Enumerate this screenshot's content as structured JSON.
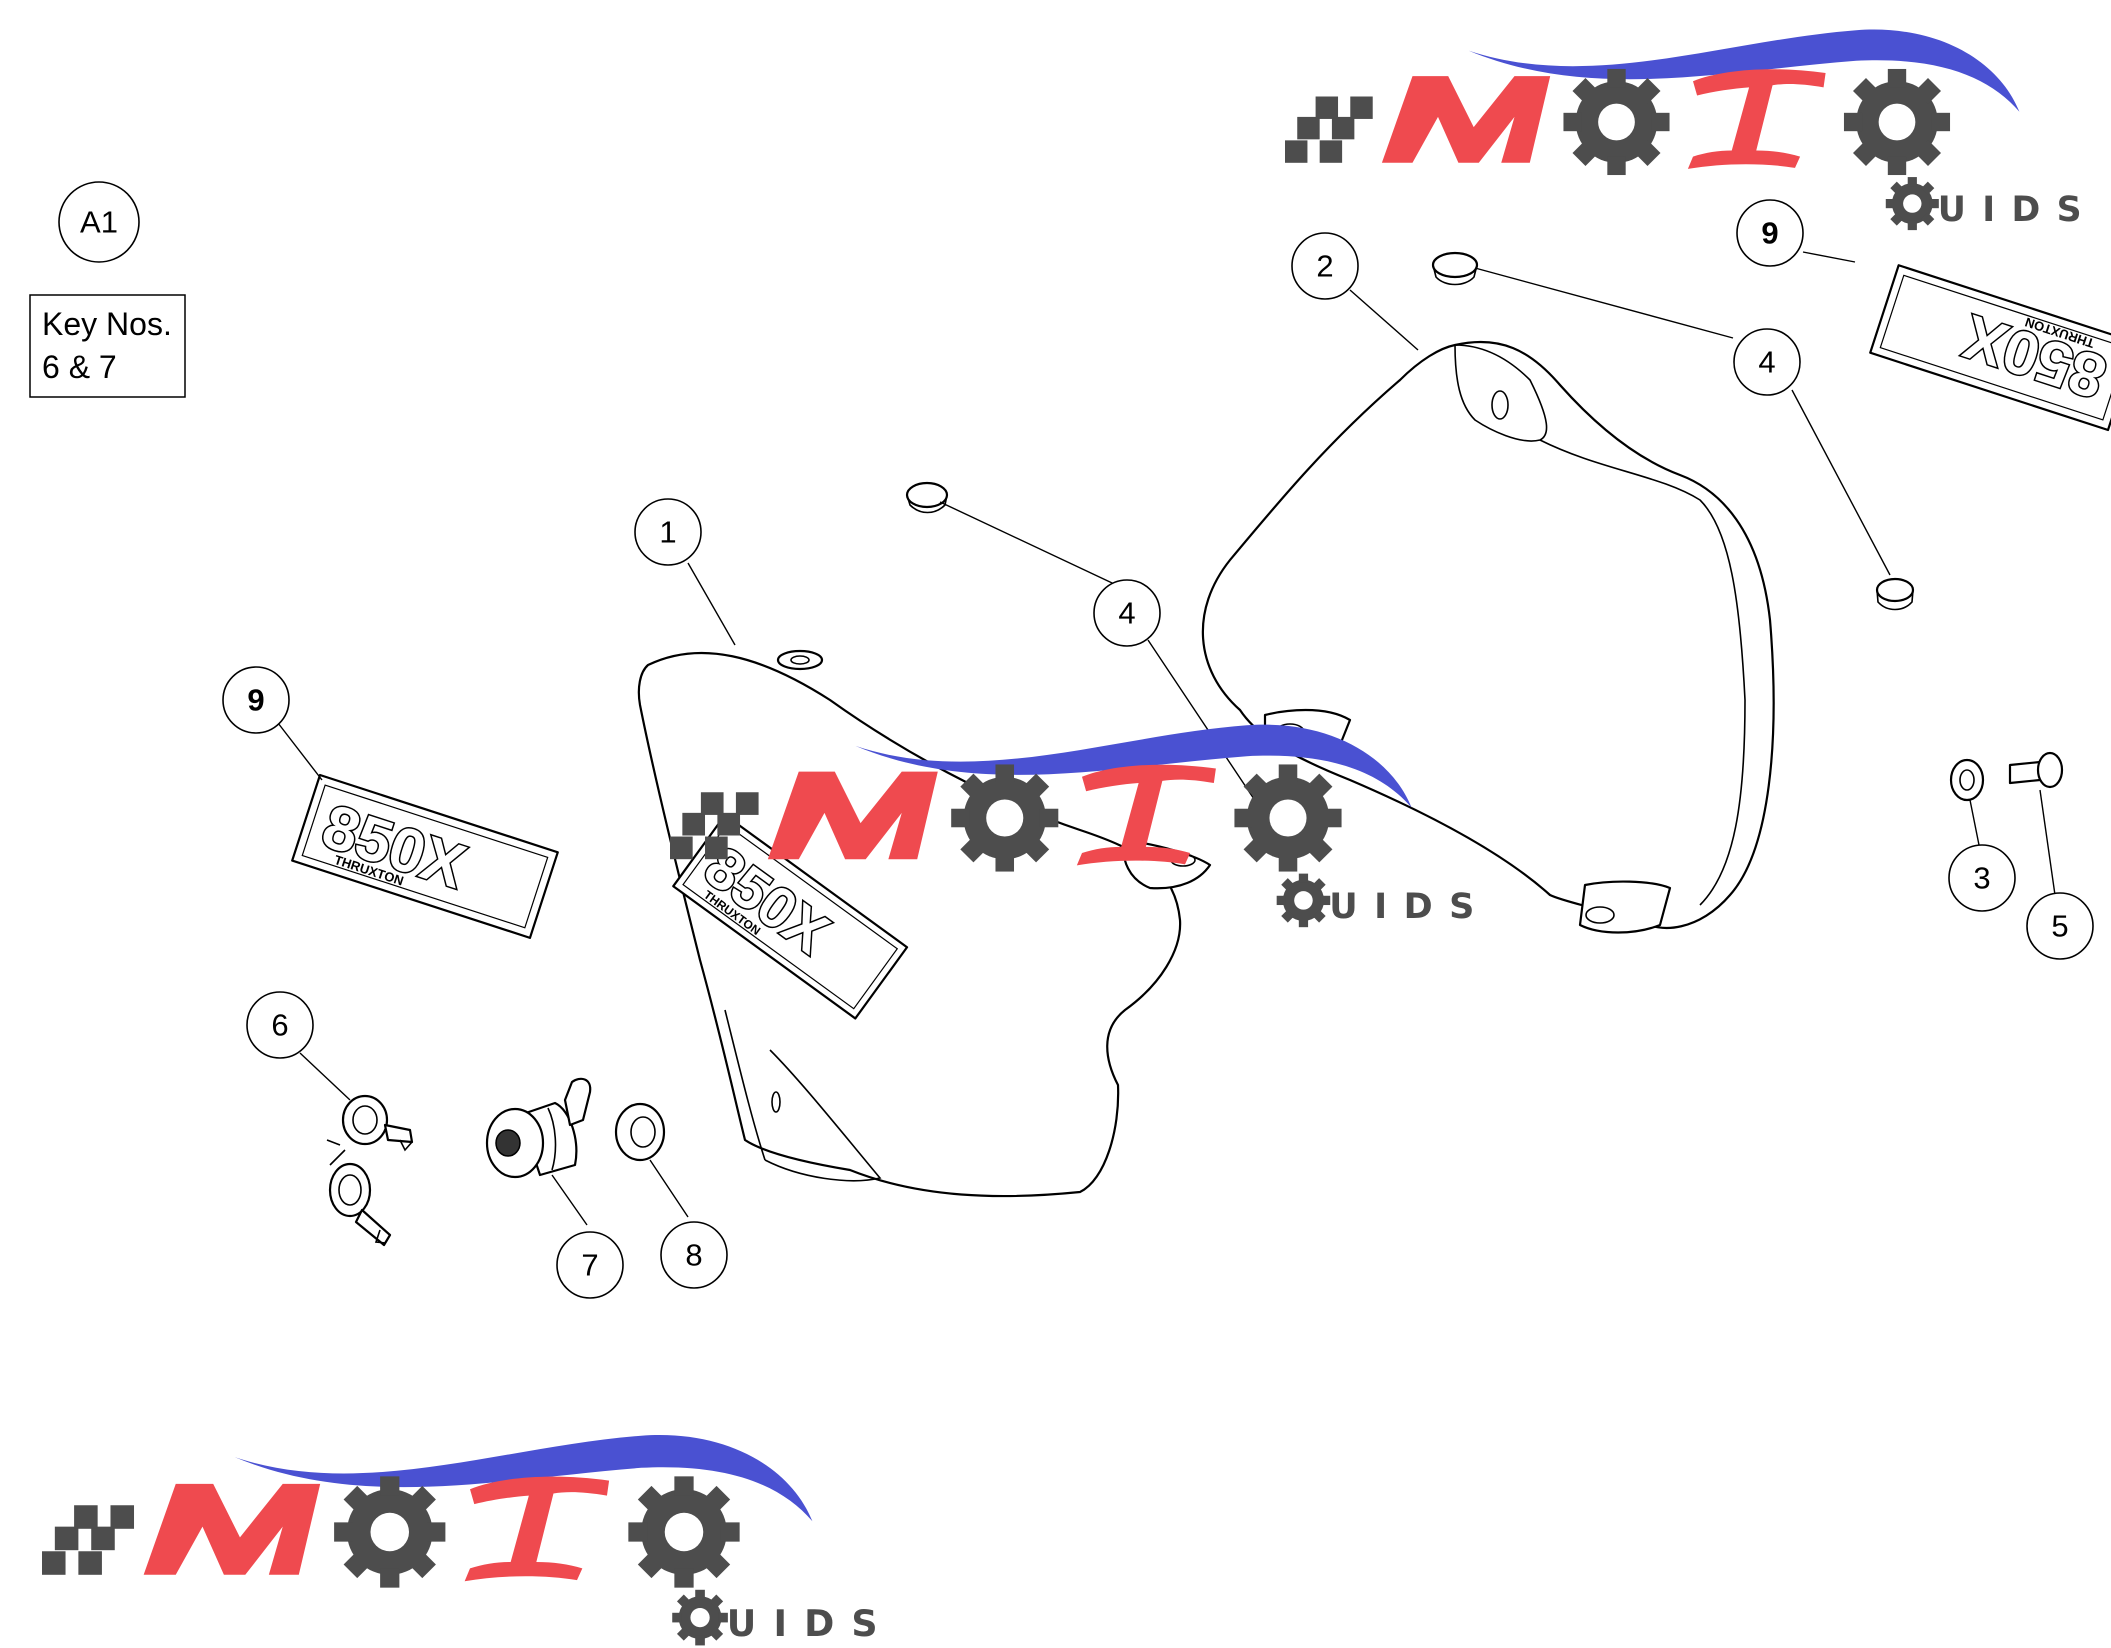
{
  "diagram": {
    "view_label": "A1",
    "note_lines": [
      "Key Nos.",
      "6 & 7"
    ],
    "callouts": [
      {
        "id": "c1",
        "number": "1"
      },
      {
        "id": "c2",
        "number": "2"
      },
      {
        "id": "c3",
        "number": "3"
      },
      {
        "id": "c4a",
        "number": "4"
      },
      {
        "id": "c4b",
        "number": "4"
      },
      {
        "id": "c5",
        "number": "5"
      },
      {
        "id": "c6",
        "number": "6"
      },
      {
        "id": "c7",
        "number": "7"
      },
      {
        "id": "c8",
        "number": "8"
      },
      {
        "id": "c9a",
        "number": "9"
      },
      {
        "id": "c9b",
        "number": "9"
      }
    ],
    "badge_text": "850X",
    "badge_subtext": "THRUXTON"
  },
  "watermark": {
    "brand_main": "MOTO",
    "brand_sub": "GUIDS",
    "colors": {
      "red": "#ef4a4f",
      "gray": "#4d4d4d",
      "blue": "#4a51d2"
    }
  }
}
